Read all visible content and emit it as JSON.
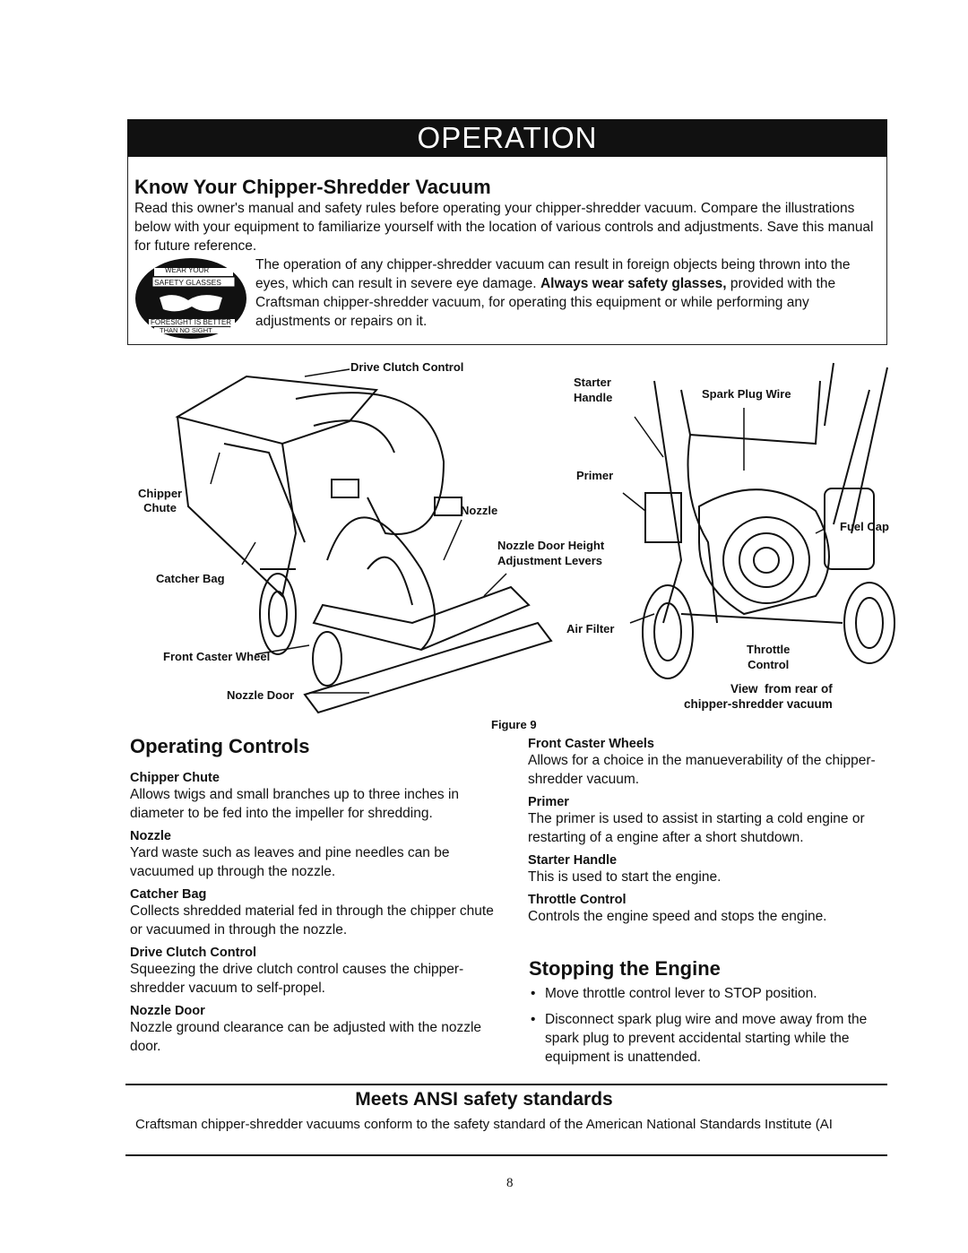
{
  "banner": {
    "title": "OPERATION"
  },
  "know": {
    "heading": "Know Your Chipper-Shredder Vacuum",
    "intro": "Read this owner's manual and safety rules before operating your chipper-shredder vacuum. Compare the illustrations below with your equipment to familiarize yourself with the location of various controls and adjustments. Save this manual for future reference.",
    "warning_pre": "The operation of any chipper-shredder vacuum can result in foreign objects being thrown into the eyes, which can result in severe eye damage.",
    "warning_bold": "Always wear safety glasses,",
    "warning_post": "provided with the Craftsman chipper-shredder vacuum, for operating this equipment or while performing any adjustments or repairs on it.",
    "badge_top1": "WEAR YOUR",
    "badge_top2": "SAFETY GLASSES",
    "badge_bottom1": "FORESIGHT IS BETTER",
    "badge_bottom2": "THAN NO SIGHT"
  },
  "figure": {
    "caption": "Figure 9",
    "labels": {
      "drive_clutch": "Drive Clutch Control",
      "chipper_chute": "Chipper\nChute",
      "nozzle": "Nozzle",
      "nozzle_door_height": "Nozzle Door Height\nAdjustment Levers",
      "catcher_bag": "Catcher Bag",
      "front_caster": "Front Caster Wheel",
      "nozzle_door": "Nozzle Door",
      "starter_handle": "Starter\nHandle",
      "spark_plug": "Spark Plug Wire",
      "primer": "Primer",
      "fuel_cap": "Fuel Cap",
      "air_filter": "Air Filter",
      "throttle": "Throttle\nControl",
      "view_rear": "View  from rear of\nchipper-shredder vacuum"
    }
  },
  "controls": {
    "heading": "Operating Controls",
    "items": [
      {
        "title": "Chipper Chute",
        "text": "Allows twigs and small branches up to three inches in diameter to be fed into the impeller for shredding."
      },
      {
        "title": "Nozzle",
        "text": "Yard waste such as leaves and pine needles can be vacuumed up through the nozzle."
      },
      {
        "title": "Catcher Bag",
        "text": "Collects shredded material fed in through the chipper chute or vacuumed in through the nozzle."
      },
      {
        "title": "Drive Clutch Control",
        "text": "Squeezing the drive clutch control causes the chipper-shredder vacuum to self-propel."
      },
      {
        "title": "Nozzle Door",
        "text": "Nozzle ground clearance can be adjusted with the nozzle door."
      },
      {
        "title": "Front Caster Wheels",
        "text": "Allows for a choice in the manueverability of the chipper-shredder vacuum."
      },
      {
        "title": "Primer",
        "text": "The primer is used to assist in starting a cold engine or restarting of a engine after a short shutdown."
      },
      {
        "title": "Starter Handle",
        "text": "This is used to start the engine."
      },
      {
        "title": "Throttle Control",
        "text": "Controls the engine speed and stops the engine."
      }
    ]
  },
  "stopping": {
    "heading": "Stopping the Engine",
    "bullets": [
      "Move throttle control lever to STOP position.",
      "Disconnect spark plug wire and move away from the spark plug to prevent accidental starting while the equipment is unattended."
    ]
  },
  "ansi": {
    "heading": "Meets ANSI safety standards",
    "text": "Craftsman chipper-shredder vacuums conform to the safety standard of the American National Standards Institute (AI"
  },
  "page_number": "8"
}
